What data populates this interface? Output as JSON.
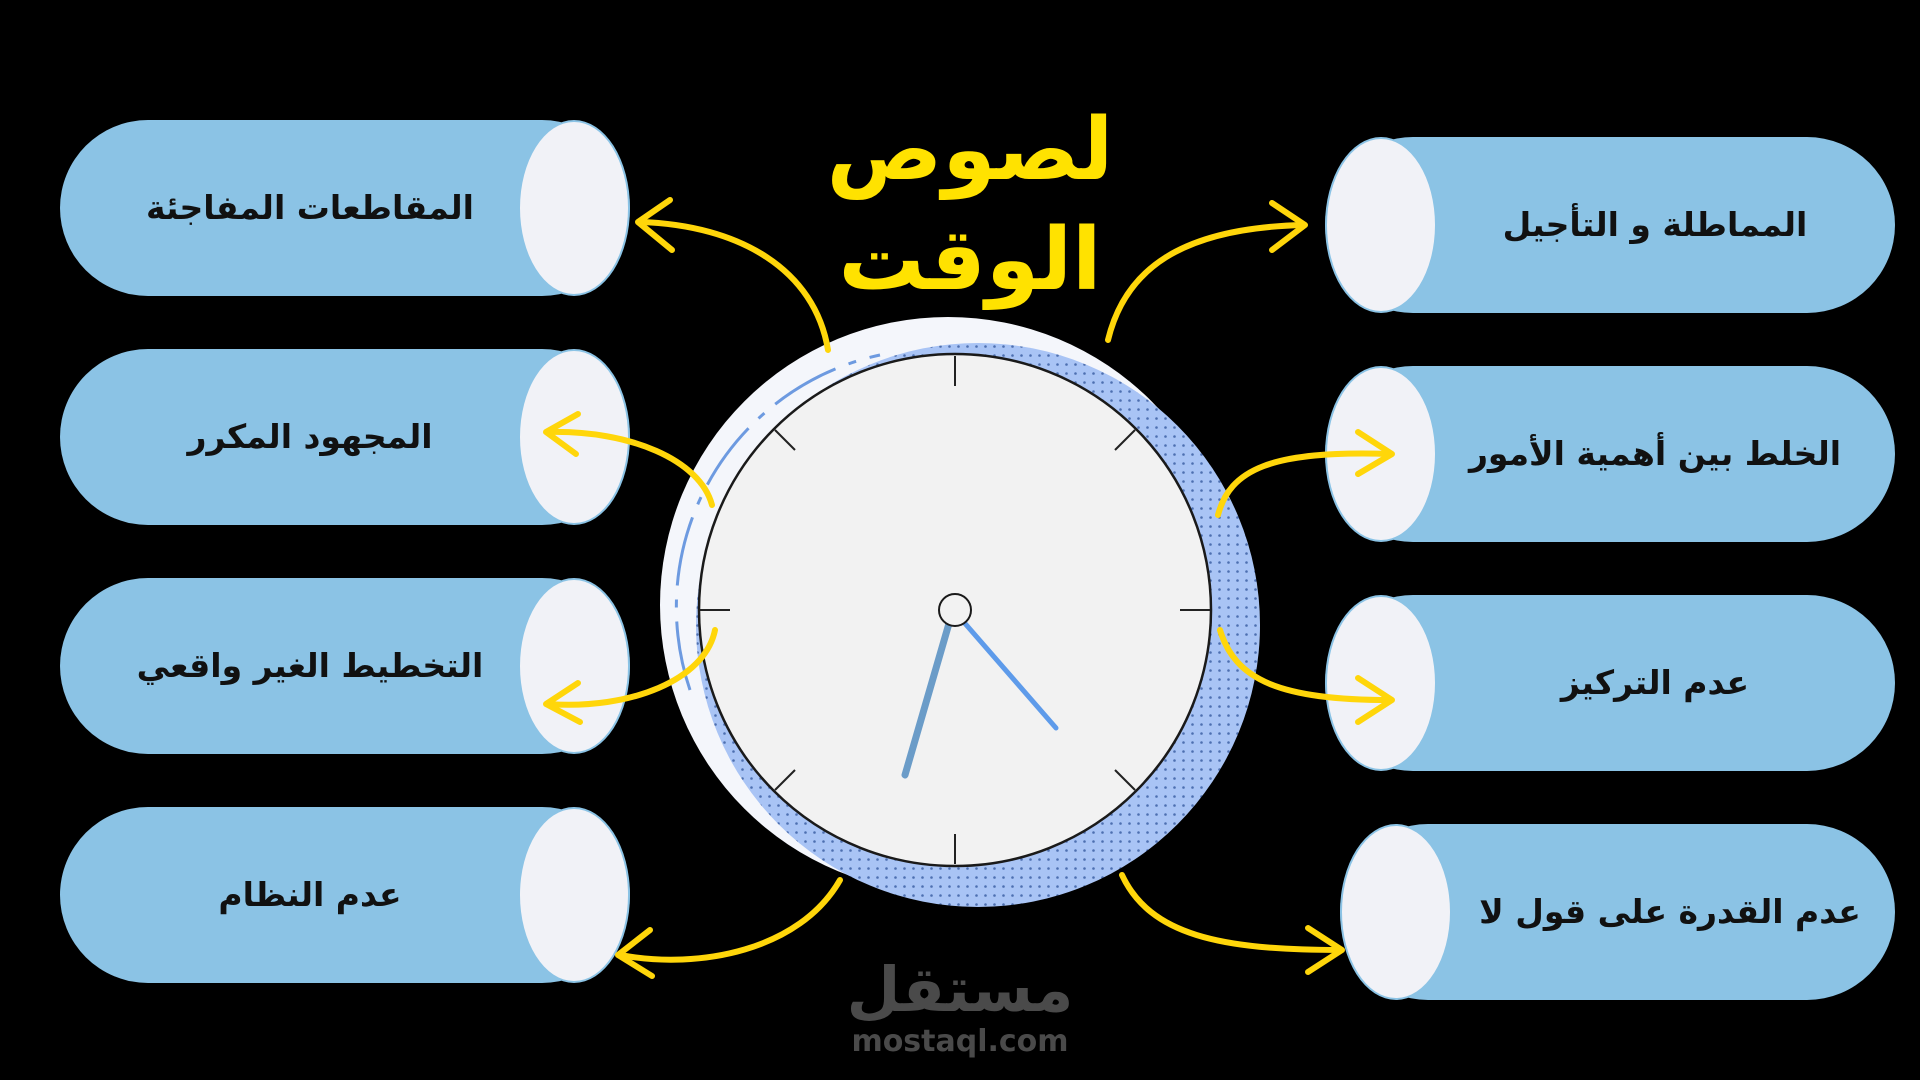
{
  "title": "لصوص الوقت",
  "left_items": [
    {
      "label": "المقاطعات المفاجئة"
    },
    {
      "label": "المجهود المكرر"
    },
    {
      "label": "التخطيط الغير واقعي"
    },
    {
      "label": "عدم النظام"
    }
  ],
  "right_items": [
    {
      "label": "المماطلة و التأجيل"
    },
    {
      "label": "الخلط بين أهمية الأمور"
    },
    {
      "label": "عدم التركيز"
    },
    {
      "label": "عدم القدرة على قول لا"
    }
  ],
  "colors": {
    "background": "#000000",
    "title": "#FFE200",
    "arrow": "#FFD60A",
    "cylinder_body": "#8BC3E5",
    "cylinder_cap": "#F1F2F7",
    "clock_face": "#F2F2F2",
    "clock_ring": "#A9C4F5",
    "minute_hand": "#5E9BEA",
    "hour_hand": "#6B9CC8"
  },
  "clock": {
    "hour_hand_points_to": "~7",
    "minute_hand_points_to": "~23 min"
  },
  "watermark": {
    "arabic": "مستقل",
    "latin": "mostaql.com"
  }
}
